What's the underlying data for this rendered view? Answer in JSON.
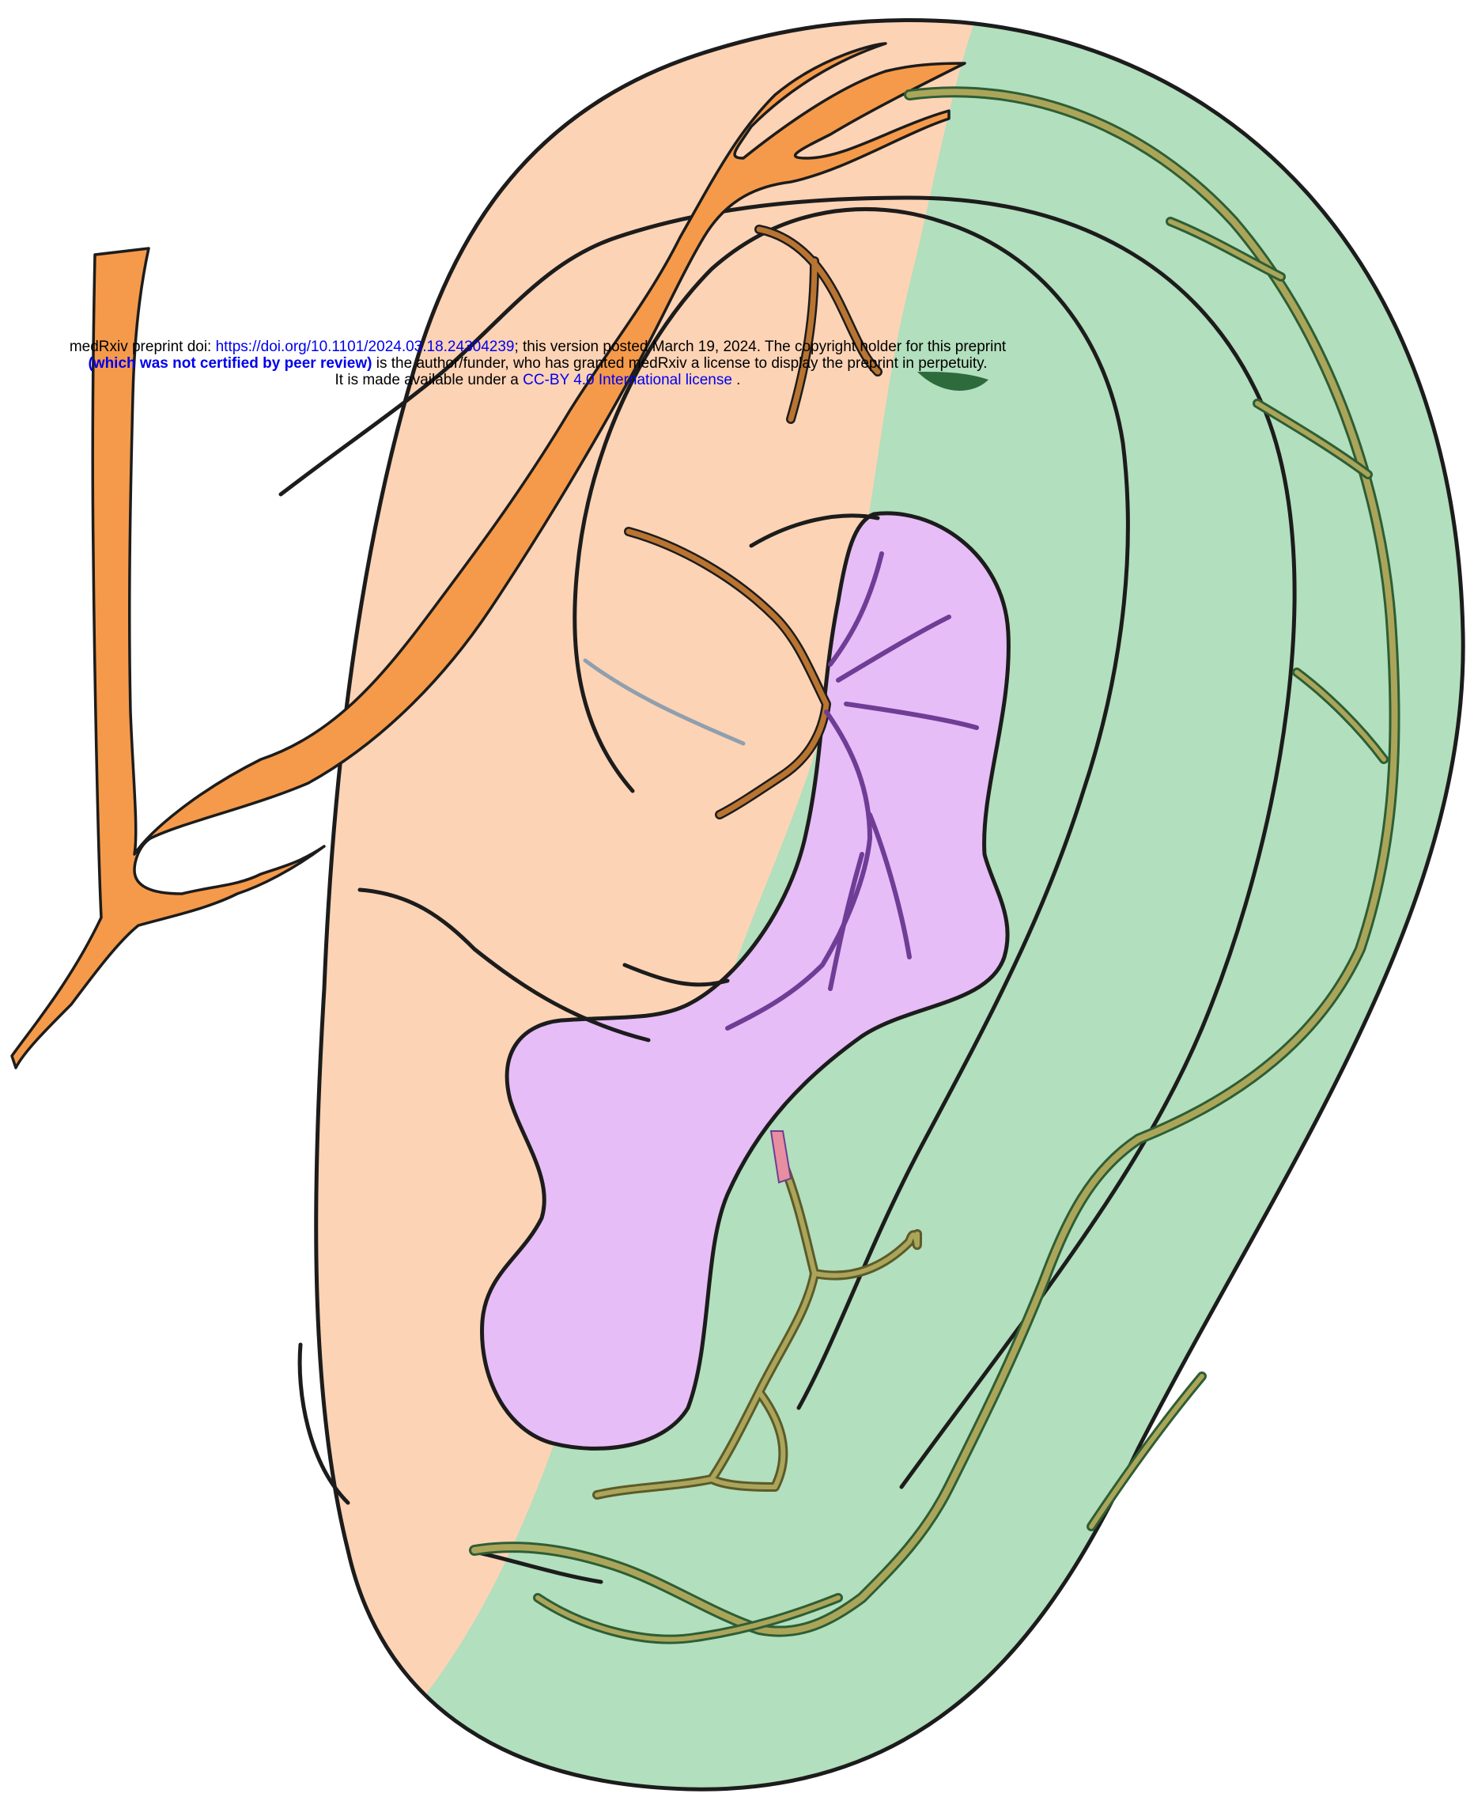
{
  "banner": {
    "line1_prefix": "medRxiv preprint doi: ",
    "doi_link": "https://doi.org/10.1101/2024.03.18.24304239",
    "line1_suffix": "; this version posted March 19, 2024. The copyright holder for this preprint",
    "line2_bold": "(which was not certified by peer review)",
    "line2_rest": " is the author/funder, who has granted medRxiv a license to display the preprint in perpetuity.",
    "line3_prefix": "It is made available under a ",
    "license_link": "CC-BY 4.0 International license",
    "line3_suffix": " ."
  },
  "colors": {
    "region_peach": "#fdd3b5",
    "region_green": "#b2dfbd",
    "region_purple": "#e6bdf7",
    "nerve_orange": "#f59a4a",
    "nerve_brown": "#b97431",
    "nerve_olive": "#aba55a",
    "nerve_violet": "#6f3d95",
    "outline": "#1c1c1c"
  }
}
